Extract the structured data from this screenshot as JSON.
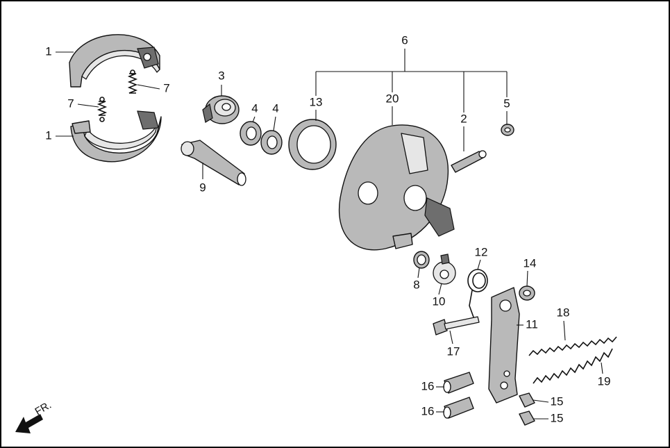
{
  "labels": {
    "l1a": "1",
    "l1b": "1",
    "l7a": "7",
    "l7b": "7",
    "l3": "3",
    "l4a": "4",
    "l4b": "4",
    "l9": "9",
    "l6": "6",
    "l13": "13",
    "l20": "20",
    "l2": "2",
    "l5": "5",
    "l8": "8",
    "l10": "10",
    "l12": "12",
    "l14": "14",
    "l11": "11",
    "l17": "17",
    "l18": "18",
    "l19": "19",
    "l16a": "16",
    "l16b": "16",
    "l15a": "15",
    "l15b": "15"
  },
  "direction": {
    "label": "FR.",
    "icon": "front-direction-arrow-icon"
  },
  "colors": {
    "part_fill": "#b9b9b9",
    "line": "#111111",
    "background": "#ffffff"
  }
}
